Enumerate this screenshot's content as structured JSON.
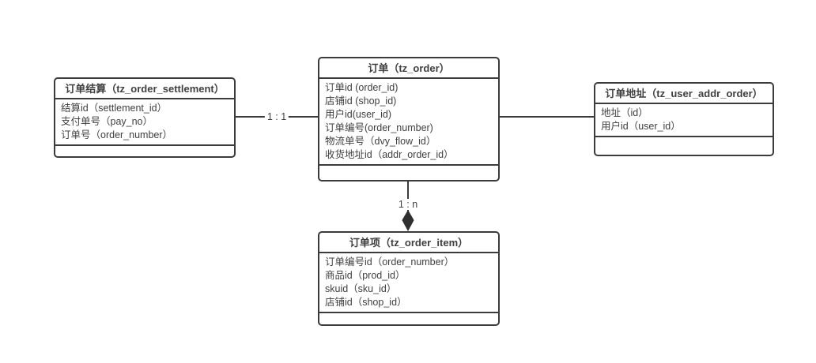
{
  "colors": {
    "background": "#ffffff",
    "entity_border": "#3b3b3b",
    "text": "#404040",
    "connector": "#3b3b3b",
    "diamond_fill": "#2f2f2f"
  },
  "diagram": {
    "entities": {
      "settlement": {
        "title": "订单结算（tz_order_settlement）",
        "fields": [
          "结算id（settlement_id）",
          "支付单号（pay_no）",
          "订单号（order_number）"
        ]
      },
      "order": {
        "title": "订单（tz_order）",
        "fields": [
          "订单id (order_id)",
          "店铺id (shop_id)",
          "用户id(user_id)",
          "订单编号(order_number)",
          "物流单号（dvy_flow_id）",
          "收货地址id（addr_order_id）"
        ]
      },
      "addr": {
        "title": "订单地址（tz_user_addr_order）",
        "fields": [
          "地址（id）",
          "用户id（user_id）"
        ]
      },
      "item": {
        "title": "订单项（tz_order_item）",
        "fields": [
          "订单编号id（order_number）",
          "商品id（prod_id）",
          "skuid（sku_id）",
          "店铺id（shop_id）"
        ]
      }
    },
    "connectors": {
      "settlement_order": {
        "label": "1 : 1"
      },
      "order_addr": {
        "label": ""
      },
      "order_item": {
        "label": "1 : n"
      }
    }
  }
}
